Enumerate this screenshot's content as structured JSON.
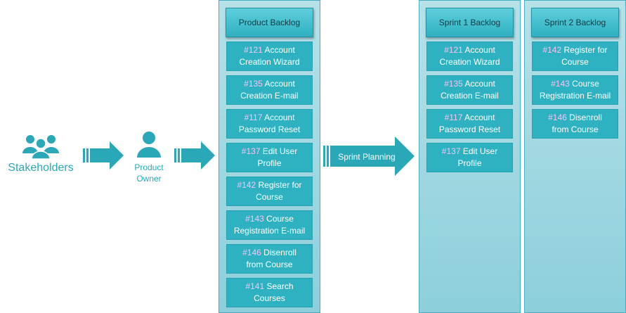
{
  "actors": {
    "stakeholders": "Stakeholders",
    "product_owner": "Product\nOwner"
  },
  "arrow_label": "Sprint Planning",
  "columns": [
    {
      "title": "Product Backlog",
      "items": [
        {
          "num": "#121",
          "text": "Account\nCreation Wizard"
        },
        {
          "num": "#135",
          "text": "Account\nCreation E-mail"
        },
        {
          "num": "#117",
          "text": "Account\nPassword Reset"
        },
        {
          "num": "#137",
          "text": "Edit User\nProfile"
        },
        {
          "num": "#142",
          "text": "Register for\nCourse"
        },
        {
          "num": "#143",
          "text": "Course\nRegistration E-mail"
        },
        {
          "num": "#146",
          "text": "Disenroll\nfrom Course"
        },
        {
          "num": "#141",
          "text": "Search\nCourses"
        }
      ]
    },
    {
      "title": "Sprint 1 Backlog",
      "items": [
        {
          "num": "#121",
          "text": "Account\nCreation Wizard"
        },
        {
          "num": "#135",
          "text": "Account\nCreation E-mail"
        },
        {
          "num": "#117",
          "text": "Account\nPassword Reset"
        },
        {
          "num": "#137",
          "text": "Edit User\nProfile"
        }
      ]
    },
    {
      "title": "Sprint 2 Backlog",
      "items": [
        {
          "num": "#142",
          "text": "Register for\nCourse"
        },
        {
          "num": "#143",
          "text": "Course\nRegistration E-mail"
        },
        {
          "num": "#146",
          "text": "Disenroll\nfrom Course"
        }
      ]
    }
  ],
  "colors": {
    "accent": "#2eb2c1",
    "item_number": "#f4c4f6",
    "column_fill": "#a6dbe4",
    "actor_icon": "#2aa8b8"
  },
  "icons": {
    "stakeholders": "group-people-icon",
    "product_owner": "person-icon"
  }
}
